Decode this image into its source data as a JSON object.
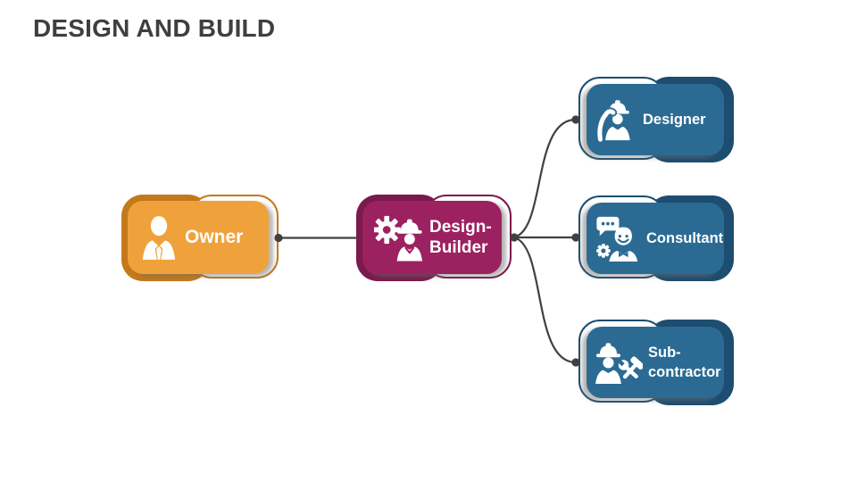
{
  "slide": {
    "title": "DESIGN AND BUILD"
  },
  "colors": {
    "background": "#FFFFFF",
    "title_text": "#3F3F3F",
    "connector": "#404040",
    "label_text": "#FFFFFF",
    "orange_fill": "#EFA23B",
    "orange_dark": "#C4791B",
    "magenta_fill": "#9C2161",
    "magenta_dark": "#7B1A4D",
    "blue_fill": "#2B6B93",
    "blue_dark": "#1D4D70"
  },
  "nodes": {
    "owner": {
      "label_line1": "Owner",
      "label_line2": "",
      "icon": "businessman-icon",
      "color": "orange"
    },
    "design_builder": {
      "label_line1": "Design-",
      "label_line2": "Builder",
      "icon": "gear-engineer-icon",
      "color": "magenta"
    },
    "designer": {
      "label_line1": "Designer",
      "label_line2": "",
      "icon": "architect-blueprint-icon",
      "color": "blue"
    },
    "consultant": {
      "label_line1": "Consultant",
      "label_line2": "",
      "icon": "consultant-speech-gear-icon",
      "color": "blue"
    },
    "subcontractor": {
      "label_line1": "Sub-",
      "label_line2": "contractor",
      "icon": "worker-tools-icon",
      "color": "blue"
    }
  },
  "connections": [
    {
      "from": "Owner",
      "to": "Design-Builder"
    },
    {
      "from": "Design-Builder",
      "to": "Designer"
    },
    {
      "from": "Design-Builder",
      "to": "Consultant"
    },
    {
      "from": "Design-Builder",
      "to": "Sub-contractor"
    }
  ]
}
